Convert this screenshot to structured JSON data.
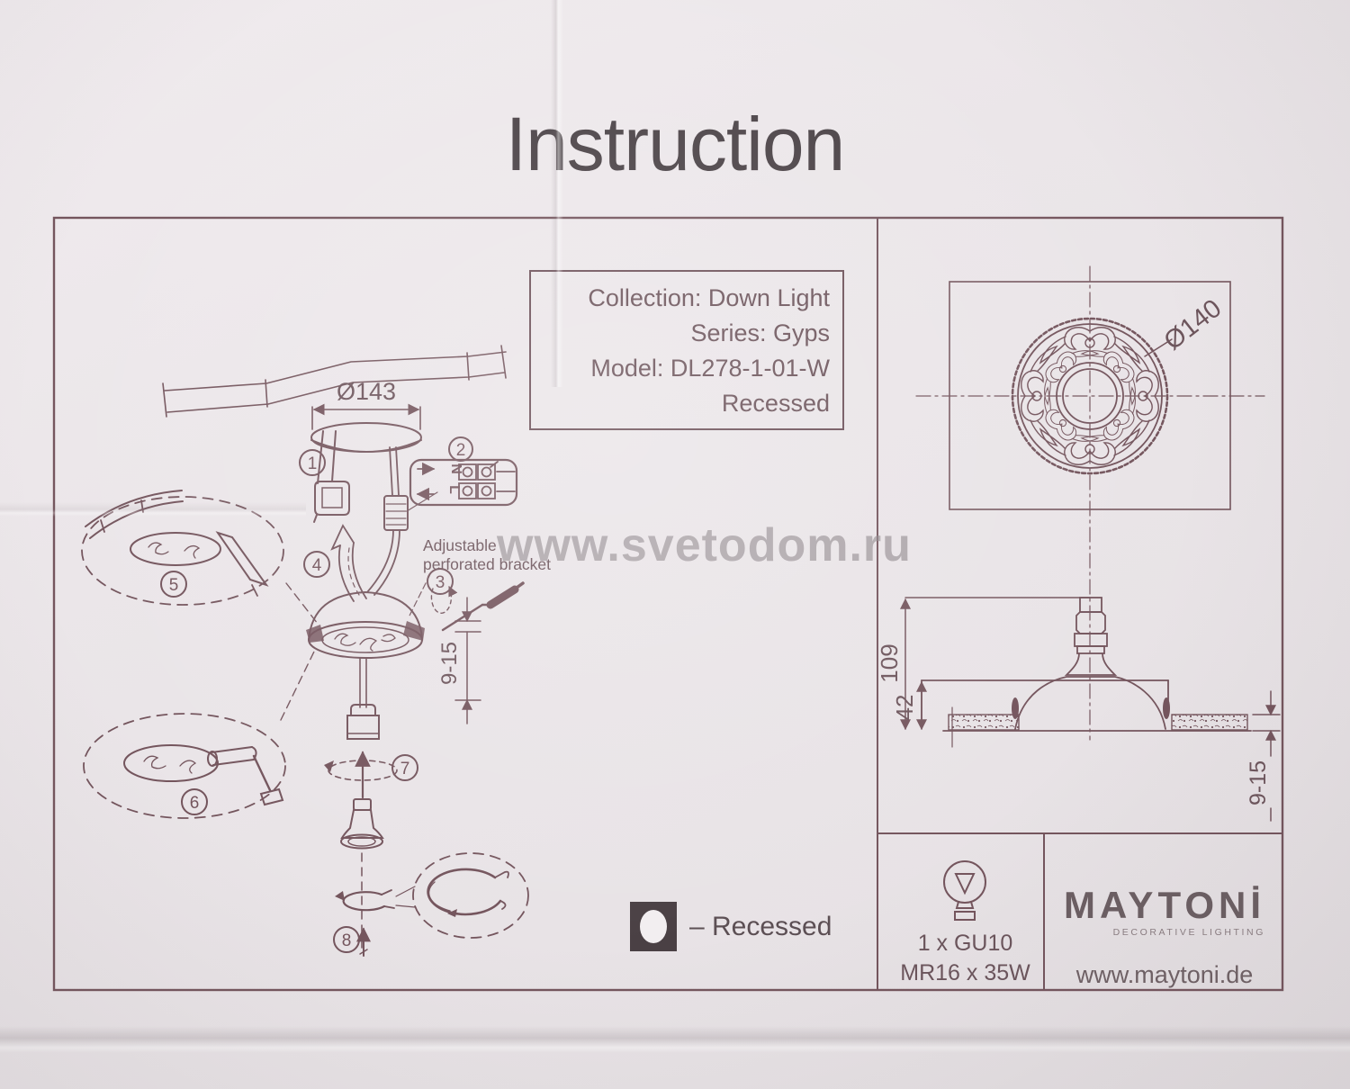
{
  "title": "Instruction",
  "info_box": {
    "collection": "Collection: Down Light",
    "series": "Series: Gyps",
    "model": "Model: DL278-1-01-W",
    "mount_type": "Recessed"
  },
  "watermark": "www.svetodom.ru",
  "left_diagram": {
    "hole_diameter": "Ø143",
    "bracket_note_line1": "Adjustable",
    "bracket_note_line2": "perforated bracket",
    "ceiling_thickness": "9-15",
    "terminal_n": "N",
    "terminal_l": "L",
    "steps": {
      "s1": "1",
      "s2": "2",
      "s3": "3",
      "s4": "4",
      "s5": "5",
      "s6": "6",
      "s7": "7",
      "s8": "8"
    }
  },
  "legend": {
    "recessed": "– Recessed"
  },
  "right_panel": {
    "rose_diameter": "Ø140",
    "total_height": "109",
    "body_height": "42",
    "ceiling_thickness": "9-15",
    "lamp_count": "1 x GU10",
    "lamp_type": "MR16 x 35W",
    "brand": "MAYTONİ",
    "brand_tagline": "DECORATIVE LIGHTING",
    "brand_site": "www.maytoni.de"
  },
  "colors": {
    "ink": "#74555d",
    "paper": "#eae5e8",
    "title_text": "#4a4246",
    "watermark": "#a29ba0",
    "legend_square": "#4a4044"
  }
}
